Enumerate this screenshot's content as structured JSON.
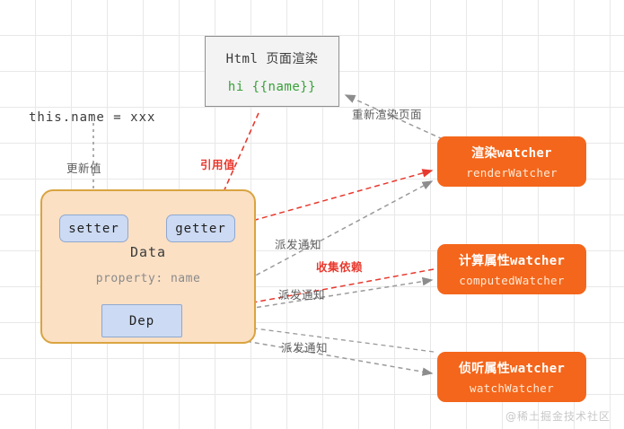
{
  "diagram": {
    "watermark": "@稀土掘金技术社区",
    "html_box": {
      "title": "Html  页面渲染",
      "code": "hi  {{name}}"
    },
    "source_expression": "this.name = xxx",
    "data_container": {
      "label": "Data",
      "property": "property: name",
      "setter": "setter",
      "getter": "getter",
      "dep": "Dep"
    },
    "watchers": [
      {
        "title_cn": "渲染",
        "title_en": "watcher",
        "subtitle": "renderWatcher"
      },
      {
        "title_cn": "计算属性",
        "title_en": "watcher",
        "subtitle": "computedWatcher"
      },
      {
        "title_cn": "侦听属性",
        "title_en": "watcher",
        "subtitle": "watchWatcher"
      }
    ],
    "edge_labels": {
      "update_value": "更新值",
      "reference_value": "引用值",
      "rerender_page": "重新渲染页面",
      "notify_1": "派发通知",
      "collect_dep": "收集依赖",
      "notify_2": "派发通知",
      "notify_3": "派发通知"
    },
    "colors": {
      "orange_node": "#f4661b",
      "data_fill": "#fbe0c4",
      "data_border": "#d9a441",
      "blue_fill": "#ccdaf3",
      "blue_border": "#8fa8cf",
      "red_edge": "#e8392e",
      "gray_edge": "#9a9a9a",
      "code_green": "#3aa03a"
    }
  }
}
